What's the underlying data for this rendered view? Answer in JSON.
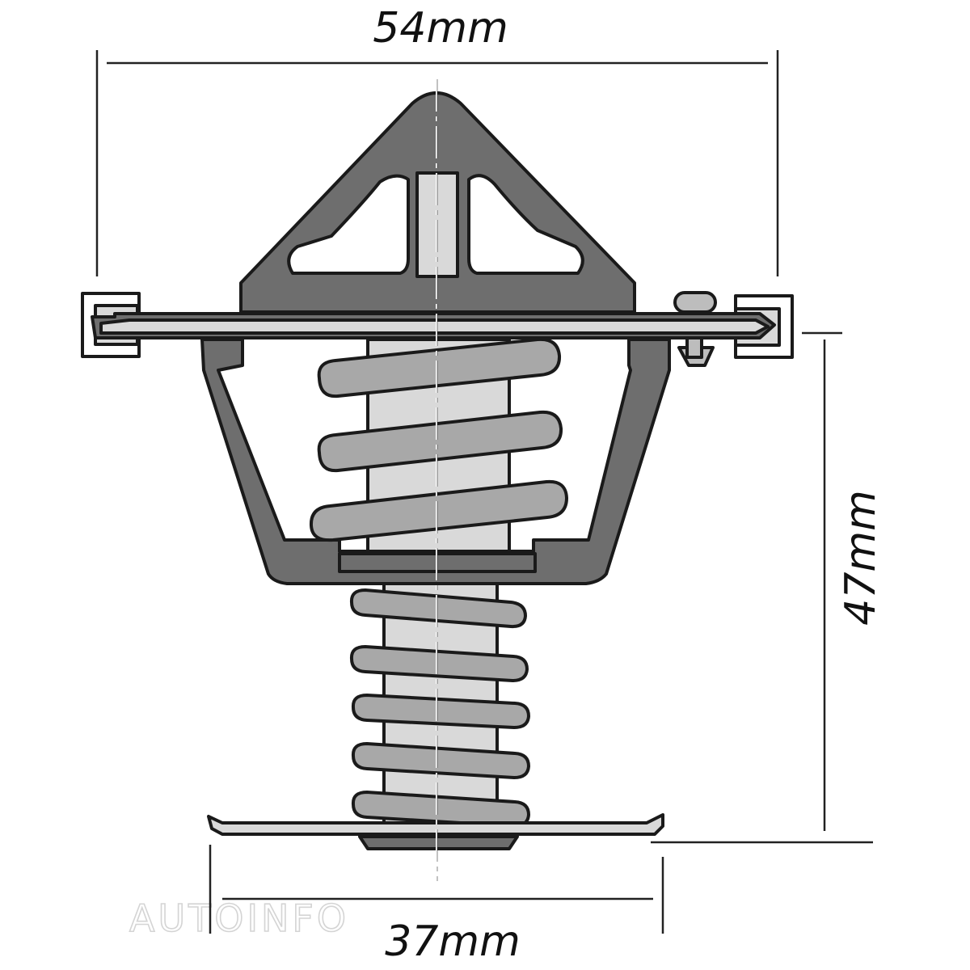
{
  "dimensions": {
    "width_top": "54mm",
    "height": "47mm",
    "width_bottom": "37mm"
  },
  "watermark": "AUTOINFO",
  "colors": {
    "body": "#6e6e6e",
    "light": "#d9d9d9",
    "coil": "#a8a8a8",
    "outline": "#1a1a1a"
  }
}
